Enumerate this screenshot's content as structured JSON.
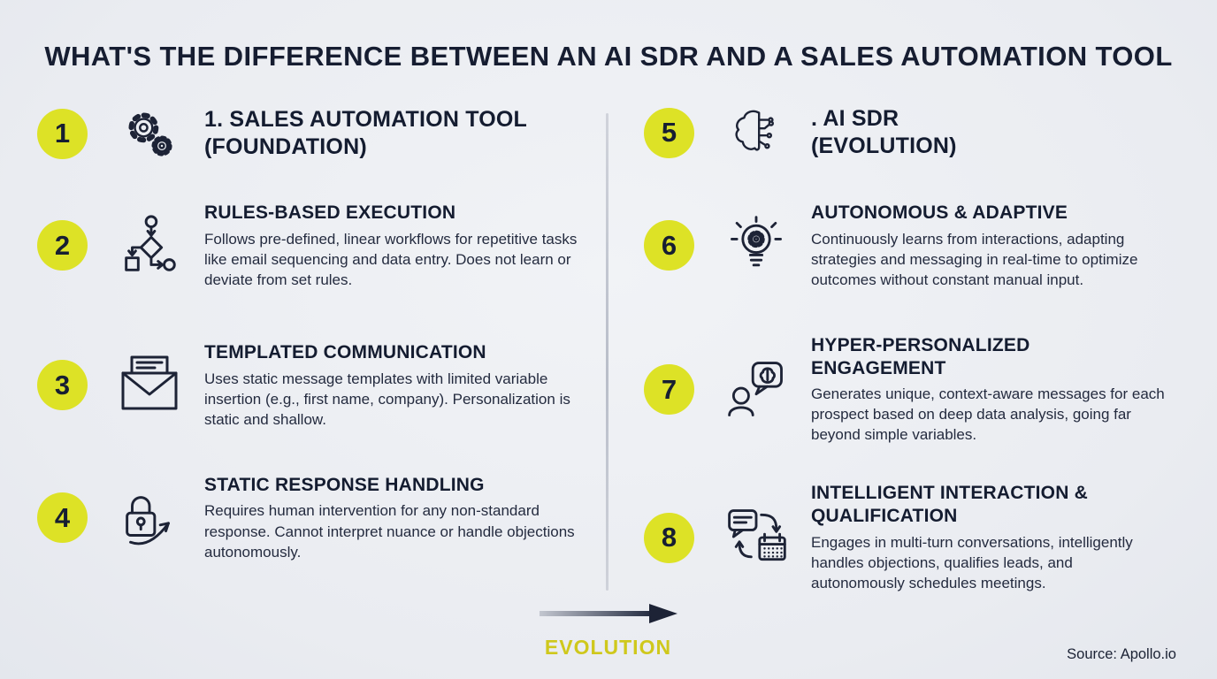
{
  "title": "WHAT'S THE DIFFERENCE BETWEEN AN AI SDR AND A SALES AUTOMATION TOOL",
  "colors": {
    "background": "#eceef2",
    "accent_yellow": "#dde226",
    "dark_navy": "#1b2234",
    "evolution_text": "#cfc81c"
  },
  "columns": {
    "left": {
      "items": [
        {
          "number": "1",
          "icon": "gears-icon",
          "title": "1. SALES AUTOMATION TOOL",
          "subtitle": "(FOUNDATION)",
          "description": ""
        },
        {
          "number": "2",
          "icon": "flowchart-icon",
          "title": "RULES-BASED EXECUTION",
          "description": "Follows pre-defined, linear workflows for repetitive tasks like email sequencing and data entry. Does not learn or deviate from set rules."
        },
        {
          "number": "3",
          "icon": "envelope-icon",
          "title": "TEMPLATED COMMUNICATION",
          "description": "Uses static message templates with limited variable insertion (e.g., first name, company). Personalization is static and shallow."
        },
        {
          "number": "4",
          "icon": "lock-arrow-icon",
          "title": "STATIC RESPONSE HANDLING",
          "description": "Requires human intervention for any non-standard response. Cannot interpret nuance or handle objections autonomously."
        }
      ]
    },
    "right": {
      "items": [
        {
          "number": "5",
          "icon": "brain-circuit-icon",
          "title": ". AI SDR",
          "subtitle": "(EVOLUTION)",
          "description": ""
        },
        {
          "number": "6",
          "icon": "lightbulb-gear-icon",
          "title": "AUTONOMOUS & ADAPTIVE",
          "description": "Continuously learns from interactions, adapting strategies and messaging in real-time to optimize outcomes without constant manual input."
        },
        {
          "number": "7",
          "icon": "person-chat-brain-icon",
          "title": "HYPER-PERSONALIZED ENGAGEMENT",
          "description": "Generates unique, context-aware messages for each prospect based on deep data analysis, going far beyond simple variables."
        },
        {
          "number": "8",
          "icon": "chat-calendar-icon",
          "title": "INTELLIGENT INTERACTION & QUALIFICATION",
          "description": "Engages in multi-turn conversations, intelligently handles objections, qualifies leads, and autonomously schedules meetings."
        }
      ]
    }
  },
  "footer": {
    "evolution_label": "EVOLUTION",
    "source": "Source: Apollo.io"
  }
}
